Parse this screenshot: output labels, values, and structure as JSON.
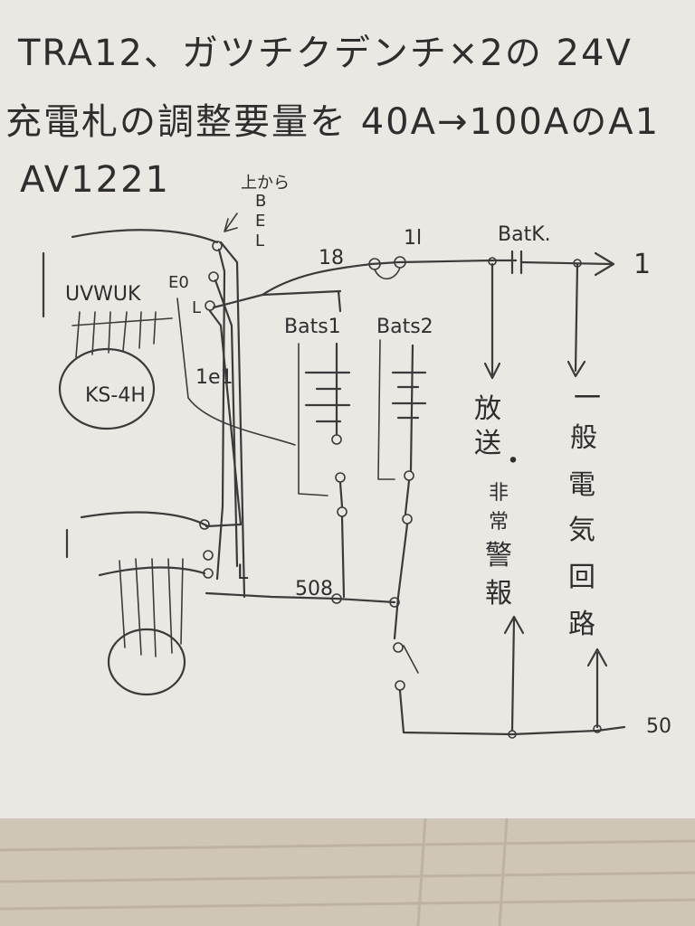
{
  "note": {
    "line1": "TRA12、ガツチクデンチ×2の 24V",
    "line2": "充電札の調整要量を 40A→100AのA1",
    "line3": "AV1221",
    "from_top_label": "上から",
    "bel": [
      "B",
      "E",
      "L"
    ],
    "terminal_labels": [
      "UVWUK",
      "E0",
      "L"
    ],
    "ks_label": "KS-4H",
    "e1_label": "1e1",
    "fuse_label": "1l",
    "wire_top_label": "18",
    "batk_label": "BatK.",
    "output_label": "1",
    "bats1_label": "Bats1",
    "bats2_label": "Bats2",
    "bottom_terminal_label": "L",
    "wire_bottom_label": "508",
    "broadcast_label": [
      "放",
      "送",
      "・"
    ],
    "emergency_label": [
      "非",
      "常",
      "警",
      "報"
    ],
    "general_label": [
      "一",
      "般",
      "電",
      "気",
      "回",
      "路"
    ],
    "ground_label": "50"
  }
}
